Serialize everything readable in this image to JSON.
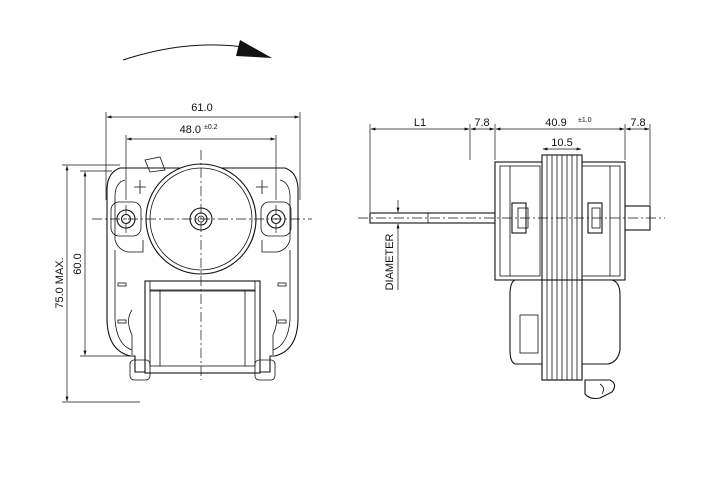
{
  "front_view": {
    "width_overall": "61.0",
    "hole_spacing": "48.0",
    "hole_spacing_tol": "±0.2",
    "height_overall": "75.0 MAX.",
    "height_holes": "60.0"
  },
  "side_view": {
    "shaft_length": "L1",
    "bearing_left": "7.8",
    "stack": "40.9",
    "stack_tol": "±1.0",
    "bearing_right": "7.8",
    "core": "10.5",
    "shaft_label": "DIAMETER"
  }
}
